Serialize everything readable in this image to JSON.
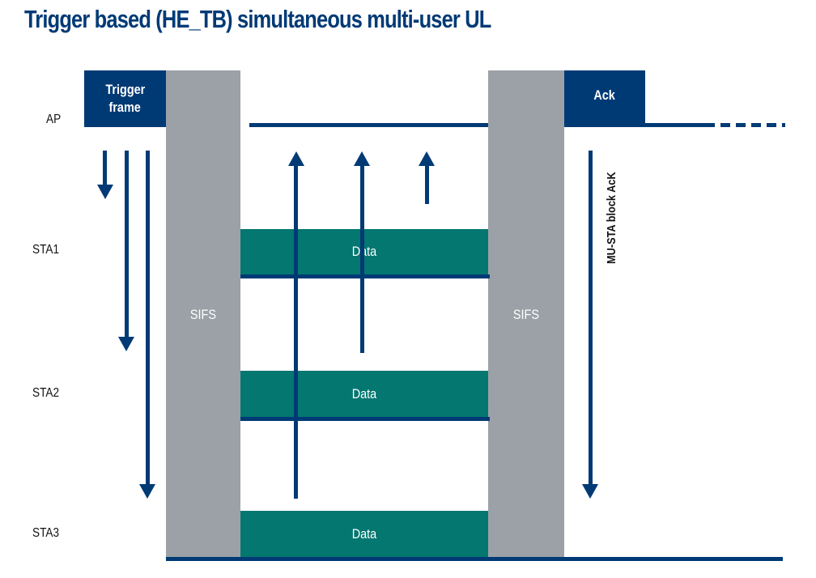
{
  "title": "Trigger based (HE_TB) simultaneous multi-user UL",
  "rows": {
    "ap": "AP",
    "sta1": "STA1",
    "sta2": "STA2",
    "sta3": "STA3"
  },
  "frames": {
    "trigger_line1": "Trigger",
    "trigger_line2": "frame",
    "ack": "Ack",
    "sifs_1": "SIFS",
    "sifs_2": "SIFS",
    "data_sta1": "Data",
    "data_sta2": "Data",
    "data_sta3": "Data"
  },
  "annotations": {
    "mu_sta_block_ack": "MU-STA block AcK"
  },
  "colors": {
    "navy": "#003a75",
    "teal": "#037770",
    "gray": "#9ba1a7"
  }
}
